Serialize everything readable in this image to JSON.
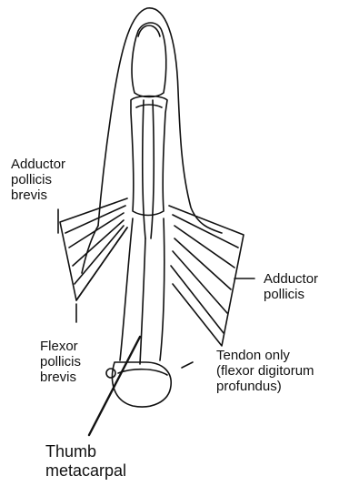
{
  "figure": {
    "subject": "Thumb anatomy with surrounding muscles",
    "ink_color": "#111111",
    "background_color": "#ffffff"
  },
  "labels": {
    "adductor_pollicis_brevis": [
      "Adductor",
      "pollicis",
      "brevis"
    ],
    "adductor_pollicis": [
      "Adductor",
      "pollicis"
    ],
    "flexor_pollicis_brevis": [
      "Flexor",
      "pollicis",
      "brevis"
    ],
    "tendon_only": [
      "Tendon only",
      "(flexor digitorum",
      "profundus)"
    ],
    "thumb_metacarpal": [
      "Thumb",
      "metacarpal"
    ]
  }
}
